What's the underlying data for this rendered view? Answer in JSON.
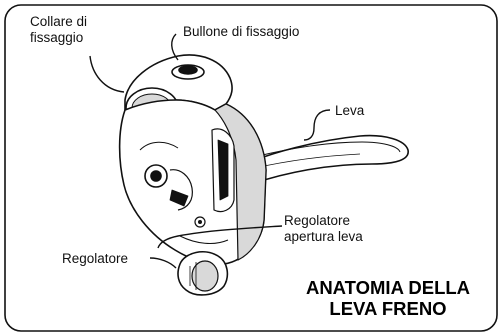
{
  "labels": {
    "collar_line1": "Collare di",
    "collar_line2": "fissaggio",
    "bolt": "Bullone di fissaggio",
    "lever": "Leva",
    "reach_adjuster_line1": "Regolatore",
    "reach_adjuster_line2": "apertura leva",
    "adjuster": "Regolatore"
  },
  "title": {
    "line1": "ANATOMIA DELLA",
    "line2": "LEVA FRENO"
  },
  "colors": {
    "ink": "#111111",
    "paper": "#ffffff",
    "shade": "#d9d9d9"
  }
}
